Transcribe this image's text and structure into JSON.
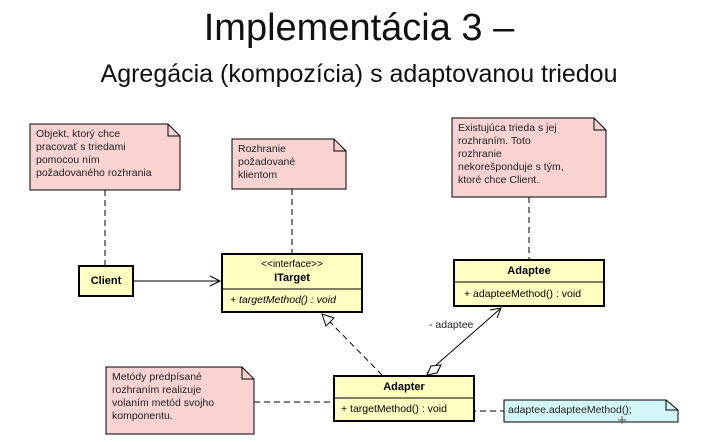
{
  "title": "Implementácia 3 –",
  "subtitle": "Agregácia (kompozícia) s adaptovanou triedou",
  "notes": {
    "client_note": "Objekt, ktorý chce\npracovať s triedami\npomocou ním\npožadovaného rozhrania",
    "itarget_note": "Rozhranie\npožadované\nklientom",
    "adaptee_note": "Existujúca trieda s jej\nrozhraním. Toto\nrozhranie\nnekorešponduje s tým,\nktoré chce Client.",
    "adapter_note": "Metódy predpísané\nrozhraním realizuje\nvolaním metód svojho\nkomponentu.",
    "code_note": "adaptee.adapteeMethod();"
  },
  "classes": {
    "client": {
      "name": "Client"
    },
    "itarget": {
      "stereotype": "<<interface>>",
      "name": "ITarget",
      "operation": "+ targetMethod() : void"
    },
    "adaptee": {
      "name": "Adaptee",
      "operation": "+ adapteeMethod() : void"
    },
    "adapter": {
      "name": "Adapter",
      "operation": "+ targetMethod() : void"
    }
  },
  "relations": {
    "adaptee_role": "- adaptee"
  },
  "colors": {
    "note_fill": "#f9d2d2",
    "class_fill": "#ffffc2",
    "code_note_fill": "#d2f5f8",
    "line": "#000000"
  }
}
